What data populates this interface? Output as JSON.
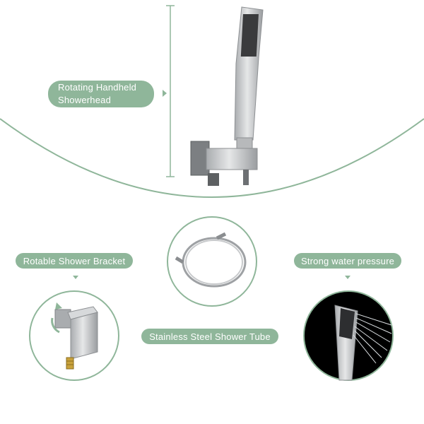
{
  "callouts": {
    "handheld": {
      "line1": "Rotating Handheld",
      "line2": "Showerhead"
    },
    "bracket": "Rotable Shower Bracket",
    "tube": "Stainless Steel  Shower Tube",
    "pressure": "Strong water pressure"
  },
  "colors": {
    "accent": "#8fb69a",
    "metal": "#c7c9cb",
    "background": "#ffffff"
  },
  "icons": [
    "handheld-showerhead",
    "wall-bracket",
    "hose-coil",
    "water-spray",
    "rotate-arrow"
  ]
}
